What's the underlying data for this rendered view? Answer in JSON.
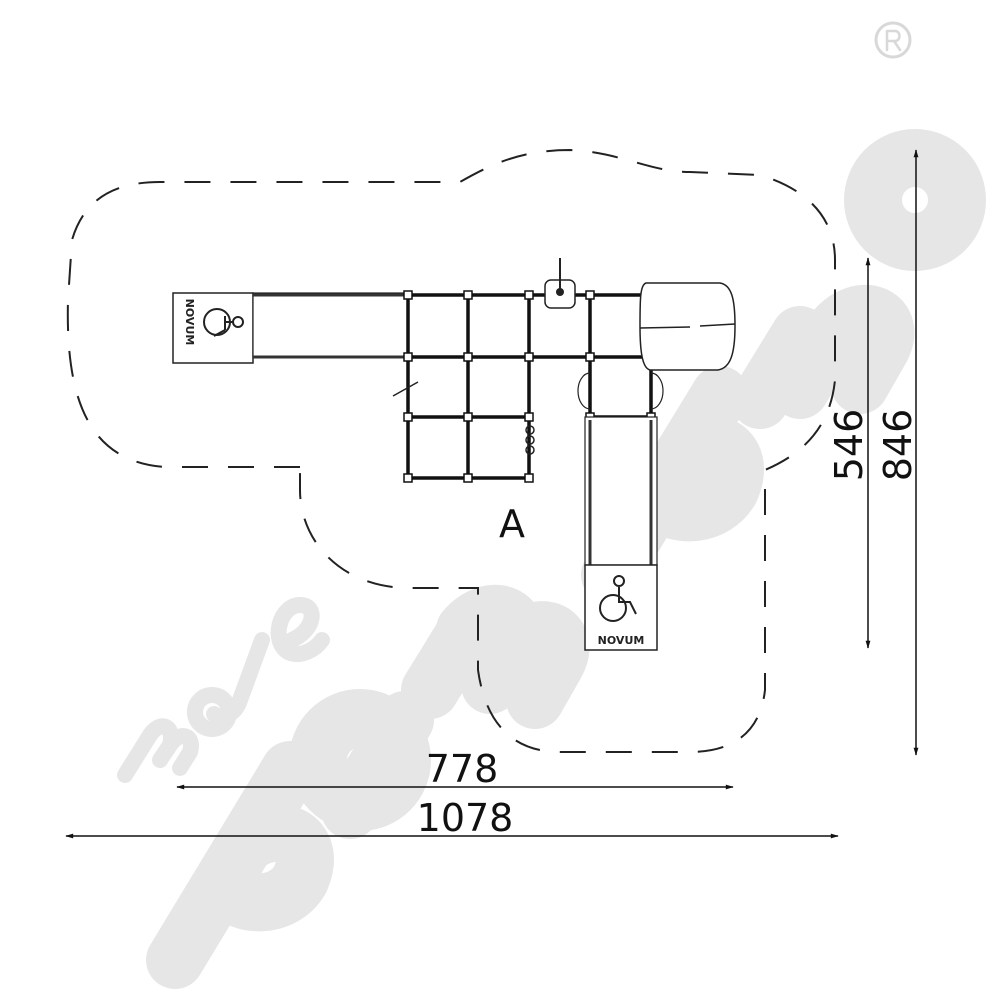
{
  "watermark": {
    "brand_top": "moje",
    "brand_main": "bambino",
    "registered": "®",
    "color": "#e6e6e6"
  },
  "plan": {
    "zone_label": "A",
    "ramp_label": "NOVUM",
    "accessibility_icon": "wheelchair-icon"
  },
  "dimensions": {
    "width_inner": "778",
    "width_outer": "1078",
    "height_inner": "546",
    "height_outer": "846"
  }
}
